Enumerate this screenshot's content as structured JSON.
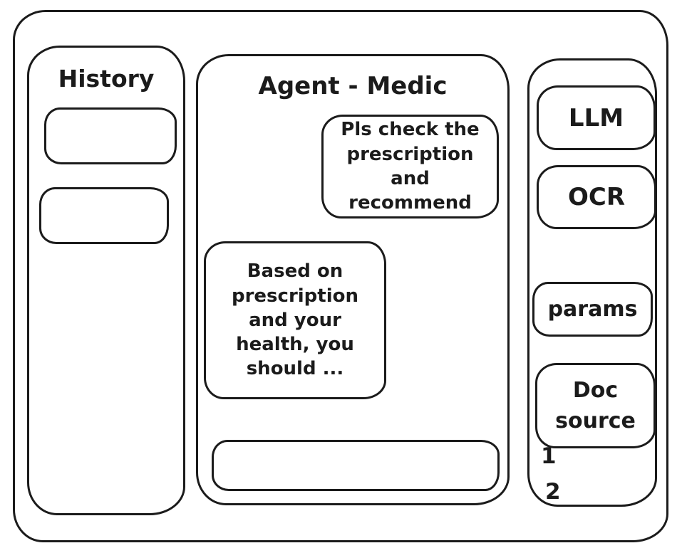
{
  "colors": {
    "stroke": "#1b1b1b",
    "background": "#ffffff"
  },
  "history_panel": {
    "title": "History",
    "items": [
      {
        "label": ""
      },
      {
        "label": ""
      }
    ]
  },
  "chat_panel": {
    "title": "Agent - Medic",
    "messages": [
      {
        "role": "user",
        "text": "Pls check the prescription and recommend"
      },
      {
        "role": "agent",
        "text": "Based on prescription and your health, you should ..."
      }
    ],
    "input": {
      "value": ""
    }
  },
  "tools_panel": {
    "buttons": [
      {
        "label": "LLM"
      },
      {
        "label": "OCR"
      },
      {
        "label": "params"
      },
      {
        "label": "Doc source"
      }
    ],
    "doc_source_items": [
      "1",
      "2"
    ]
  }
}
